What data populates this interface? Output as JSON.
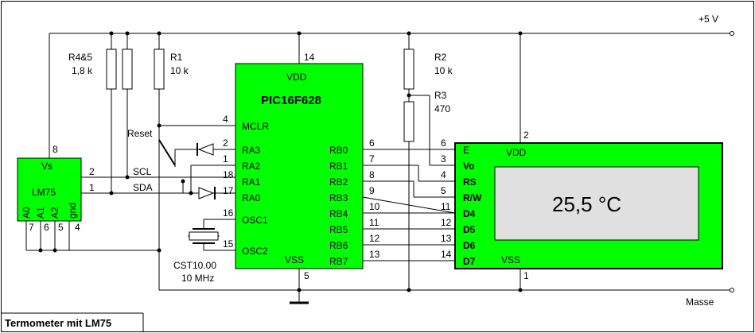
{
  "title": "Termometer mit LM75",
  "rails": {
    "vcc": "+5 V",
    "gnd": "Masse"
  },
  "pic": {
    "name": "PIC16F628",
    "vdd": "VDD",
    "vss": "VSS",
    "pin_vdd": "14",
    "pin_vss": "5",
    "left_pins": [
      {
        "num": "4",
        "label": "MCLR"
      },
      {
        "num": "2",
        "label": "RA3"
      },
      {
        "num": "1",
        "label": "RA2"
      },
      {
        "num": "18",
        "label": "RA1"
      },
      {
        "num": "17",
        "label": "RA0"
      },
      {
        "num": "16",
        "label": "OSC1"
      },
      {
        "num": "15",
        "label": "OSC2"
      }
    ],
    "right_pins": [
      {
        "num": "6",
        "label": "RB0"
      },
      {
        "num": "7",
        "label": "RB1"
      },
      {
        "num": "8",
        "label": "RB2"
      },
      {
        "num": "9",
        "label": "RB3"
      },
      {
        "num": "10",
        "label": "RB4"
      },
      {
        "num": "11",
        "label": "RB5"
      },
      {
        "num": "12",
        "label": "RB6"
      },
      {
        "num": "13",
        "label": "RB7"
      }
    ]
  },
  "lm75": {
    "name": "LM75",
    "vs": "Vs",
    "pins": [
      "A0",
      "A1",
      "A2",
      "gnd"
    ],
    "pin_nums": [
      "7",
      "6",
      "5",
      "4"
    ],
    "pin_vs": "8",
    "pin_scl": "2",
    "pin_sda": "1",
    "scl": "SCL",
    "sda": "SDA"
  },
  "lcd": {
    "display": "25,5 °C",
    "vdd": "VDD",
    "vss": "VSS",
    "pin_vdd": "2",
    "pin_vss": "1",
    "pins": [
      {
        "num": "6",
        "label": "E"
      },
      {
        "num": "3",
        "label": "Vo"
      },
      {
        "num": "4",
        "label": "RS"
      },
      {
        "num": "5",
        "label": "R/W"
      },
      {
        "num": "11",
        "label": "D4"
      },
      {
        "num": "12",
        "label": "D5"
      },
      {
        "num": "13",
        "label": "D6"
      },
      {
        "num": "14",
        "label": "D7"
      }
    ]
  },
  "resistors": {
    "r45_name": "R4&5",
    "r45_val": "1,8 k",
    "r1_name": "R1",
    "r1_val": "10 k",
    "r2_name": "R2",
    "r2_val": "10 k",
    "r3_name": "R3",
    "r3_val": "470"
  },
  "reset": "Reset",
  "crystal": {
    "name": "CST10.00",
    "freq": "10 MHz"
  },
  "colors": {
    "chip": "#00ff00",
    "lcd_screen": "#e0e0e0",
    "wire": "#000000"
  }
}
